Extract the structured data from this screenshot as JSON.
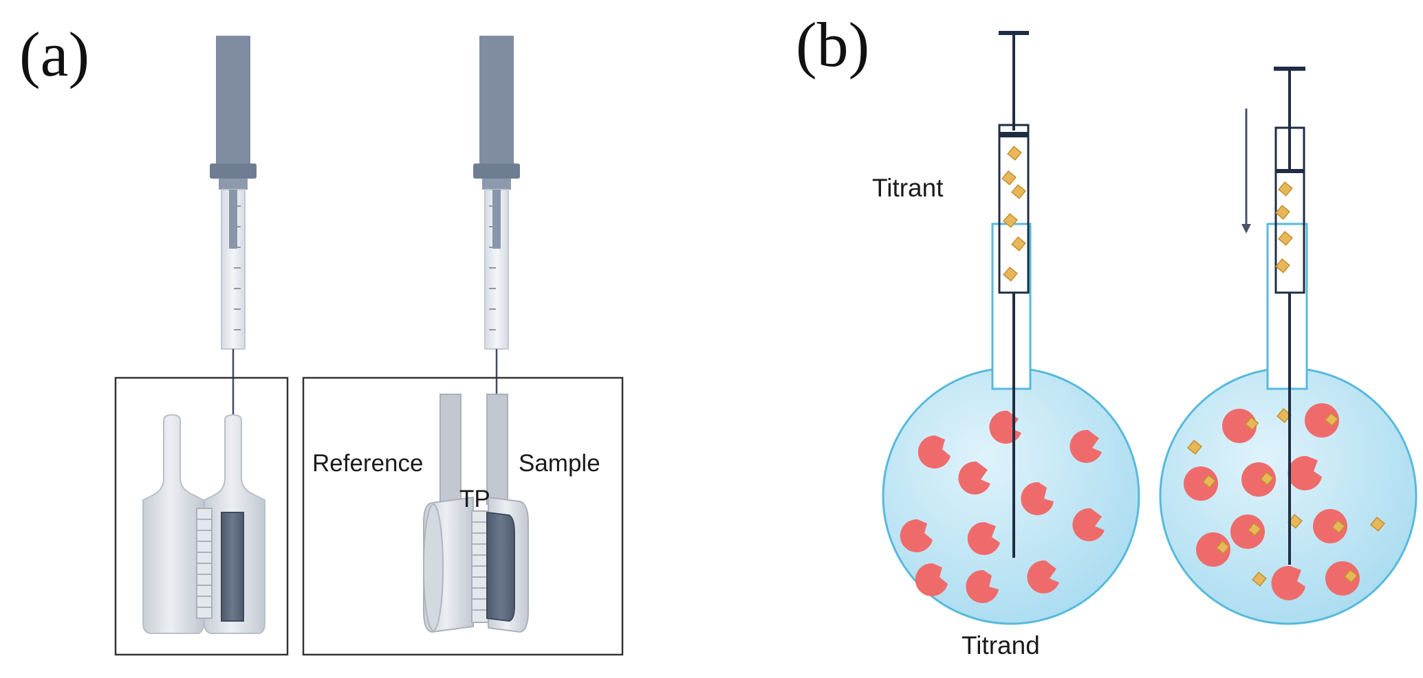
{
  "panel_a": {
    "letter": "(a)",
    "labels": {
      "reference": "Reference",
      "tp": "TP",
      "sample": "Sample"
    }
  },
  "panel_b": {
    "letter": "(b)",
    "labels": {
      "titrant": "Titrant",
      "titrand": "Titrand"
    }
  },
  "colors": {
    "syringe_dark": "#7f8ca2",
    "syringe_light": "#e8ebf0",
    "cell_light": "#dfe3e8",
    "cell_dark": "#5f6b7e",
    "bulb_fill": "#bfe6f5",
    "bulb_stroke": "#57b9dc",
    "macromolecule": "#ef6b6b",
    "ligand": "#e7b75a",
    "syringe_line": "#1f2d44"
  }
}
